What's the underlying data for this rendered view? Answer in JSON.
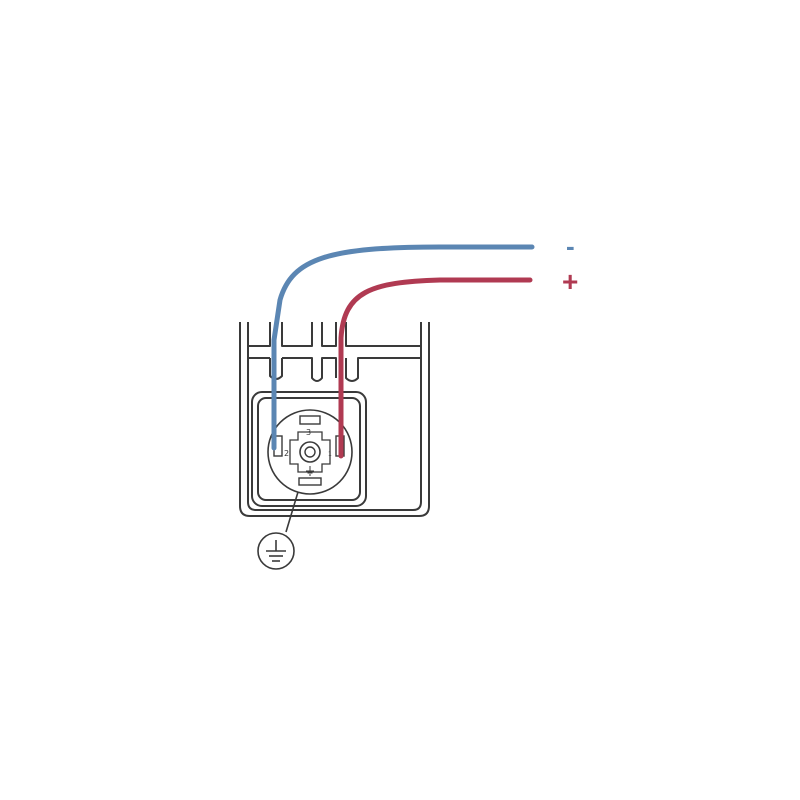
{
  "wiring_diagram": {
    "wires": {
      "negative": {
        "label": "-",
        "color": "#5b86b3"
      },
      "positive": {
        "label": "+",
        "color": "#b03a52"
      }
    },
    "connector": {
      "terminals": {
        "pin_2": "2",
        "pin_3": "3",
        "pin_1": "1"
      },
      "earth_symbol": "protective-earth-icon"
    },
    "colors": {
      "outline": "#3a3a3a",
      "background": "#ffffff"
    }
  }
}
